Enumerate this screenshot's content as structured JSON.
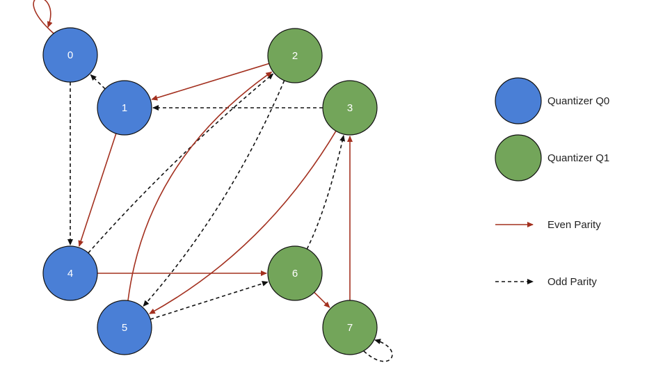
{
  "colors": {
    "q0_fill": "#4a7fd6",
    "q1_fill": "#73a55a",
    "node_stroke": "#111111",
    "even_edge": "#a3301f",
    "odd_edge": "#111111"
  },
  "nodes": [
    {
      "id": "0",
      "label": "0",
      "group": "q0"
    },
    {
      "id": "1",
      "label": "1",
      "group": "q0"
    },
    {
      "id": "2",
      "label": "2",
      "group": "q1"
    },
    {
      "id": "3",
      "label": "3",
      "group": "q1"
    },
    {
      "id": "4",
      "label": "4",
      "group": "q0"
    },
    {
      "id": "5",
      "label": "5",
      "group": "q0"
    },
    {
      "id": "6",
      "label": "6",
      "group": "q1"
    },
    {
      "id": "7",
      "label": "7",
      "group": "q1"
    }
  ],
  "edges": [
    {
      "from": "0",
      "to": "0",
      "parity": "even"
    },
    {
      "from": "1",
      "to": "0",
      "parity": "odd"
    },
    {
      "from": "0",
      "to": "4",
      "parity": "odd"
    },
    {
      "from": "2",
      "to": "1",
      "parity": "even"
    },
    {
      "from": "3",
      "to": "1",
      "parity": "odd"
    },
    {
      "from": "1",
      "to": "4",
      "parity": "even"
    },
    {
      "from": "4",
      "to": "2",
      "parity": "odd"
    },
    {
      "from": "5",
      "to": "2",
      "parity": "even"
    },
    {
      "from": "2",
      "to": "5",
      "parity": "odd"
    },
    {
      "from": "3",
      "to": "5",
      "parity": "even"
    },
    {
      "from": "6",
      "to": "3",
      "parity": "odd"
    },
    {
      "from": "7",
      "to": "3",
      "parity": "even"
    },
    {
      "from": "4",
      "to": "6",
      "parity": "even"
    },
    {
      "from": "5",
      "to": "6",
      "parity": "odd"
    },
    {
      "from": "6",
      "to": "7",
      "parity": "even"
    },
    {
      "from": "7",
      "to": "7",
      "parity": "odd"
    }
  ],
  "legend": {
    "q0_label": "Quantizer Q0",
    "q1_label": "Quantizer Q1",
    "even_label": "Even Parity",
    "odd_label": "Odd Parity"
  }
}
